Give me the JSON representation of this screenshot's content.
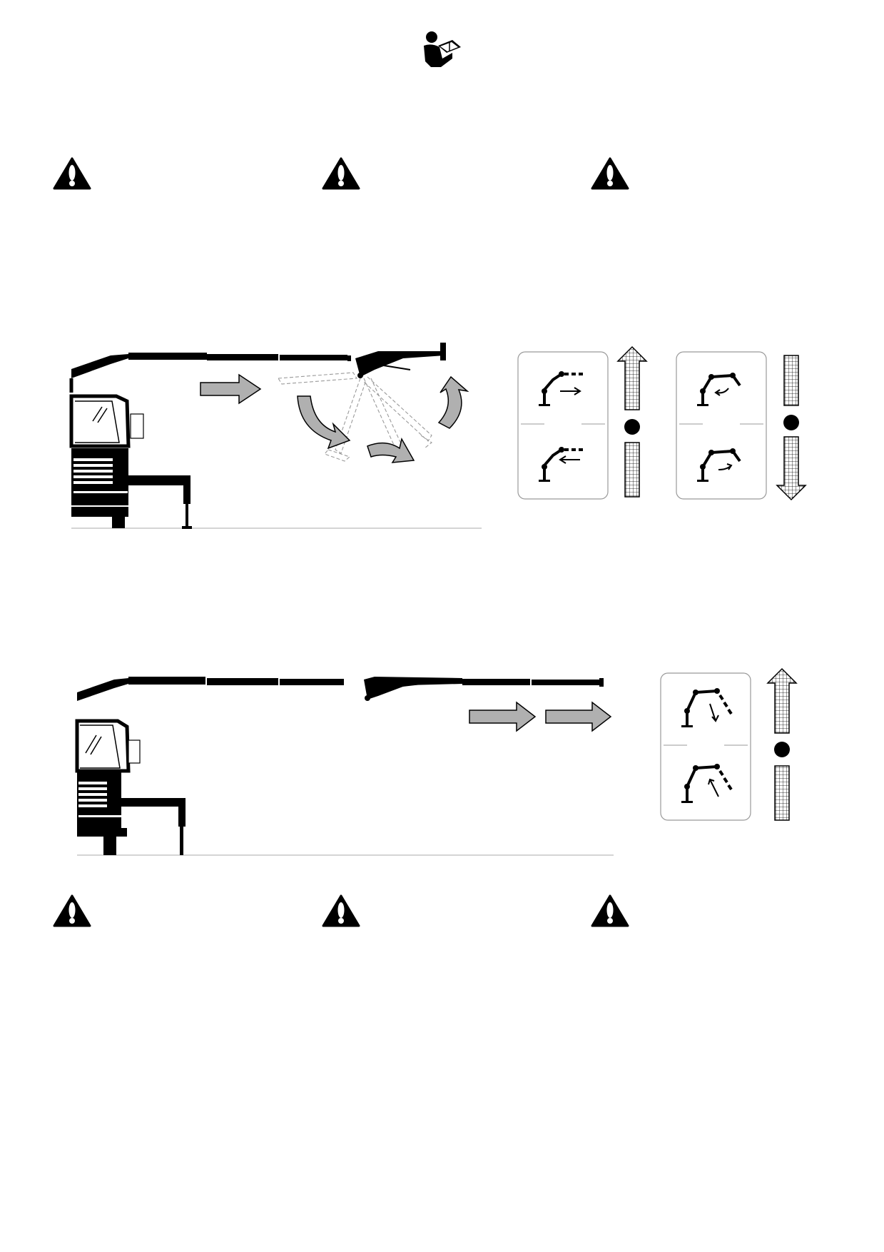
{
  "page": {
    "background": "#ffffff",
    "ink": "#000000",
    "arrow_fill": "#b0b0b0",
    "ghost_stroke": "#9a9a9a"
  },
  "header": {
    "icon": "read-manual-icon"
  },
  "warnings_top": [
    {
      "icon": "warning-triangle-icon"
    },
    {
      "icon": "warning-triangle-icon"
    },
    {
      "icon": "warning-triangle-icon"
    }
  ],
  "warnings_bottom": [
    {
      "icon": "warning-triangle-icon"
    },
    {
      "icon": "warning-triangle-icon"
    },
    {
      "icon": "warning-triangle-icon"
    }
  ],
  "figure_1": {
    "scene": "truck-crane-jib-unfolding",
    "flow_arrows": [
      "straight-right-arrow",
      "curved-down-arrow",
      "curved-right-arrow",
      "curved-up-arrow"
    ],
    "panels": [
      {
        "lever": "jib-extension-lever",
        "top_symbol": "jib-extend-out-icon",
        "bottom_symbol": "jib-retract-in-icon",
        "top_arrow": "up",
        "bottom_arrow": "none"
      },
      {
        "lever": "jib-fold-lever",
        "top_symbol": "jib-lower-icon",
        "bottom_symbol": "jib-raise-icon",
        "top_arrow": "none",
        "bottom_arrow": "down"
      }
    ]
  },
  "figure_2": {
    "scene": "truck-crane-jib-extended",
    "flow_arrows": [
      "straight-right-arrow",
      "straight-right-arrow"
    ],
    "panels": [
      {
        "lever": "jib-angle-lever",
        "top_symbol": "jib-tilt-down-icon",
        "bottom_symbol": "jib-tilt-up-icon",
        "top_arrow": "up",
        "bottom_arrow": "none"
      }
    ]
  }
}
